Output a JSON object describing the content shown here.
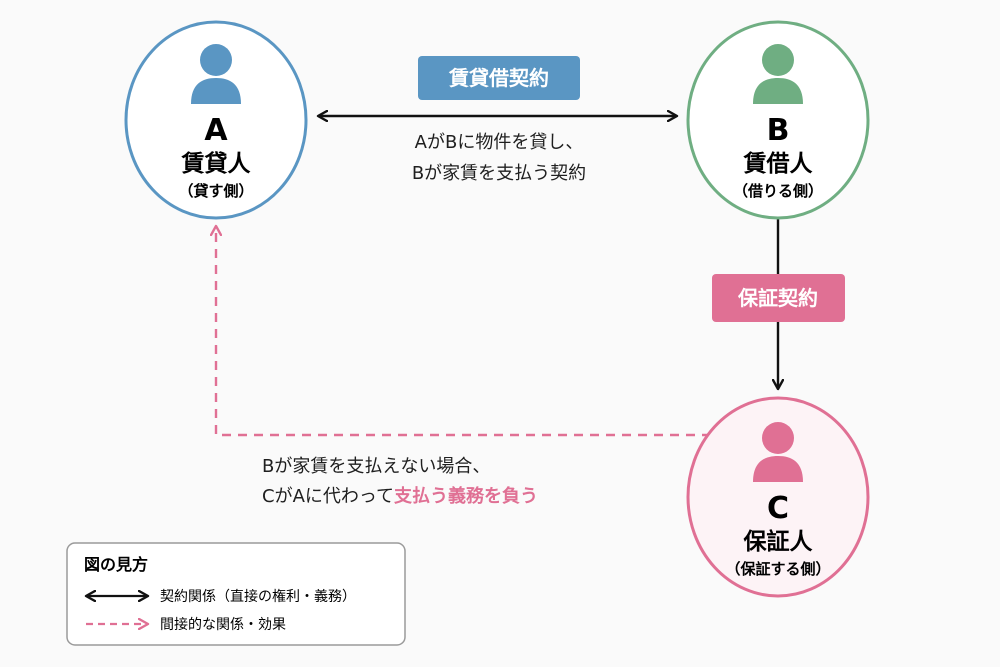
{
  "colors": {
    "lessor": "#5a96c3",
    "tenant": "#6fae82",
    "guarantor": "#e07094",
    "line": "#111111",
    "guarantor_tag": "#e07094",
    "contract_tag": "#5a96c3"
  },
  "icons": {
    "person": "person-icon"
  },
  "nodes": {
    "lessor": {
      "letter": "A",
      "role": "賃貸人",
      "sub": "（貸す側）"
    },
    "tenant": {
      "letter": "B",
      "role": "賃借人",
      "sub": "（借りる側）"
    },
    "guarantor": {
      "letter": "C",
      "role": "保証人",
      "sub": "（保証する側）"
    }
  },
  "tags": {
    "lease_contract": "賃貸借契約",
    "guarantee_contract": "保証契約"
  },
  "descriptions": {
    "lease_line1": "AがBに物件を貸し、",
    "lease_line2": "Bが家賃を支払う契約",
    "guarantee_line1": "Bが家賃を支払えない場合、",
    "guarantee_line2_plain": "CがAに代わって",
    "guarantee_line2_highlight": "支払う義務を負う"
  },
  "legend": {
    "title": "図の見方",
    "solid": "契約関係（直接の権利・義務）",
    "dashed": "間接的な関係・効果"
  }
}
